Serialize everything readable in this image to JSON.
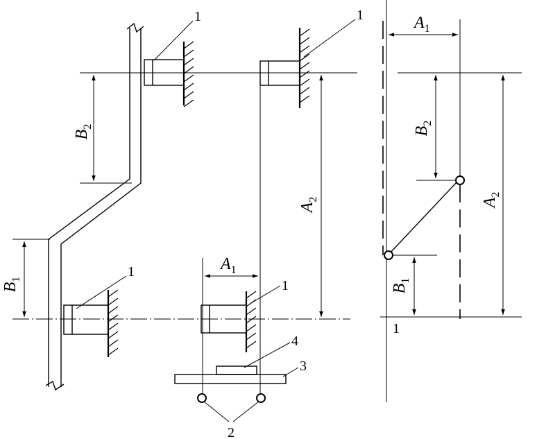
{
  "labels": {
    "part_1": "1",
    "part_2": "2",
    "part_3": "3",
    "part_4": "4",
    "A": "A",
    "B": "B",
    "sub_1": "1",
    "sub_2": "2"
  }
}
